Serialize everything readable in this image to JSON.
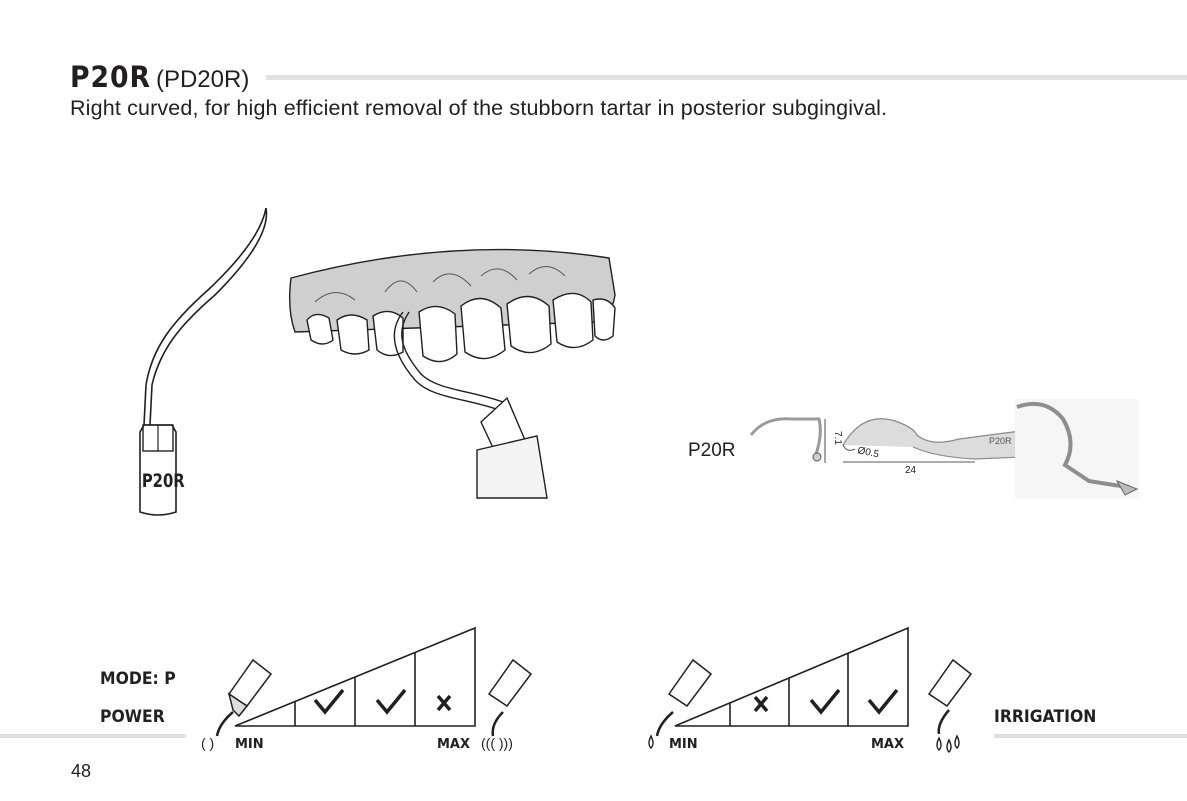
{
  "header": {
    "product_code": "P20R",
    "product_alias": "(PD20R)",
    "description": "Right curved, for high efficient removal of the stubborn tartar in posterior subgingival."
  },
  "illustrations": {
    "tip_engraving": "P20R",
    "tip_code_label": "P20R",
    "dimension_diameter": "Ø0.5",
    "dimension_length": "24",
    "dimension_height": "7.1",
    "tip_marking": "P20R"
  },
  "settings": {
    "mode_label": "MODE: P",
    "power": {
      "label": "POWER",
      "min_label": "MIN",
      "max_label": "MAX",
      "levels": [
        "not-recommended-blank",
        "check",
        "check",
        "cross"
      ]
    },
    "irrigation": {
      "label": "IRRIGATION",
      "min_label": "MIN",
      "max_label": "MAX",
      "levels": [
        "blank",
        "cross",
        "check",
        "check"
      ]
    }
  },
  "footer": {
    "page_number": "48"
  },
  "icons": [
    "check-icon",
    "cross-icon",
    "vibration-icon",
    "water-drop-icon",
    "handpiece-icon"
  ],
  "colors": {
    "text": "#231f20",
    "rule": "#e1e1e1",
    "gum": "#c8c8c8"
  }
}
